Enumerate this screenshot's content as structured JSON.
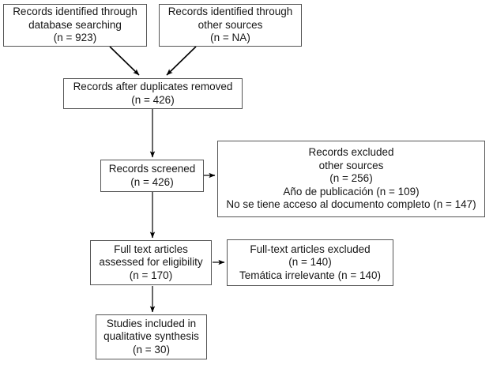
{
  "diagram": {
    "title": "PRISMA flow diagram",
    "type": "flowchart",
    "background": "#ffffff",
    "box_border_color": "#555555",
    "text_color": "#161616",
    "arrow_color": "#000000"
  },
  "nodes": {
    "database_searching": {
      "name": "records-identified-database-searching",
      "lines": [
        "Records identified through",
        "database searching",
        "(n = 923)"
      ],
      "count_label": "n = 923",
      "count": 923
    },
    "other_sources": {
      "name": "records-identified-other-sources",
      "lines": [
        "Records identified through",
        "other sources",
        "(n = NA)"
      ],
      "count_label": "n = NA",
      "count": "NA"
    },
    "duplicates_removed": {
      "name": "records-after-duplicates-removed",
      "lines": [
        "Records after duplicates removed",
        "(n = 426)"
      ],
      "count_label": "n = 426",
      "count": 426
    },
    "records_screened": {
      "name": "records-screened",
      "lines": [
        "Records screened",
        "(n = 426)"
      ],
      "count_label": "n = 426",
      "count": 426
    },
    "records_excluded": {
      "name": "records-excluded",
      "lines": [
        "Records excluded",
        "other sources",
        "(n = 256)",
        "Año de publicación (n = 109)",
        "No se tiene acceso al documento completo (n = 147)"
      ],
      "count_label": "n = 256",
      "count": 256,
      "reasons": [
        {
          "label": "Año de publicación",
          "count_label": "n = 109",
          "count": 109
        },
        {
          "label": "No se tiene acceso al documento completo",
          "count_label": "n = 147",
          "count": 147
        }
      ]
    },
    "full_text_assessed": {
      "name": "full-text-articles-assessed",
      "lines": [
        "Full text articles",
        "assessed for eligibility",
        "(n = 170)"
      ],
      "count_label": "n = 170",
      "count": 170
    },
    "full_text_excluded": {
      "name": "full-text-articles-excluded",
      "lines": [
        "Full-text articles excluded",
        "(n = 140)",
        "Temática irrelevante  (n = 140)"
      ],
      "count_label": "n = 140",
      "count": 140,
      "reasons": [
        {
          "label": "Temática irrelevante",
          "count_label": "n = 140",
          "count": 140
        }
      ]
    },
    "studies_included": {
      "name": "studies-included-qualitative-synthesis",
      "lines": [
        "Studies included in",
        "qualitative synthesis",
        "(n = 30)"
      ],
      "count_label": "n = 30",
      "count": 30
    }
  },
  "edges": [
    {
      "name": "edge-database-to-duplicates",
      "from": "database_searching",
      "to": "duplicates_removed",
      "style": "diagonal-arrow"
    },
    {
      "name": "edge-other-sources-to-duplicates",
      "from": "other_sources",
      "to": "duplicates_removed",
      "style": "diagonal-arrow"
    },
    {
      "name": "edge-duplicates-to-screened",
      "from": "duplicates_removed",
      "to": "records_screened",
      "style": "vertical-arrow"
    },
    {
      "name": "edge-screened-to-excluded",
      "from": "records_screened",
      "to": "records_excluded",
      "style": "horizontal-arrow"
    },
    {
      "name": "edge-screened-to-full-text",
      "from": "records_screened",
      "to": "full_text_assessed",
      "style": "vertical-arrow"
    },
    {
      "name": "edge-full-text-to-excluded",
      "from": "full_text_assessed",
      "to": "full_text_excluded",
      "style": "horizontal-arrow"
    },
    {
      "name": "edge-full-text-to-included",
      "from": "full_text_assessed",
      "to": "studies_included",
      "style": "vertical-arrow"
    }
  ]
}
